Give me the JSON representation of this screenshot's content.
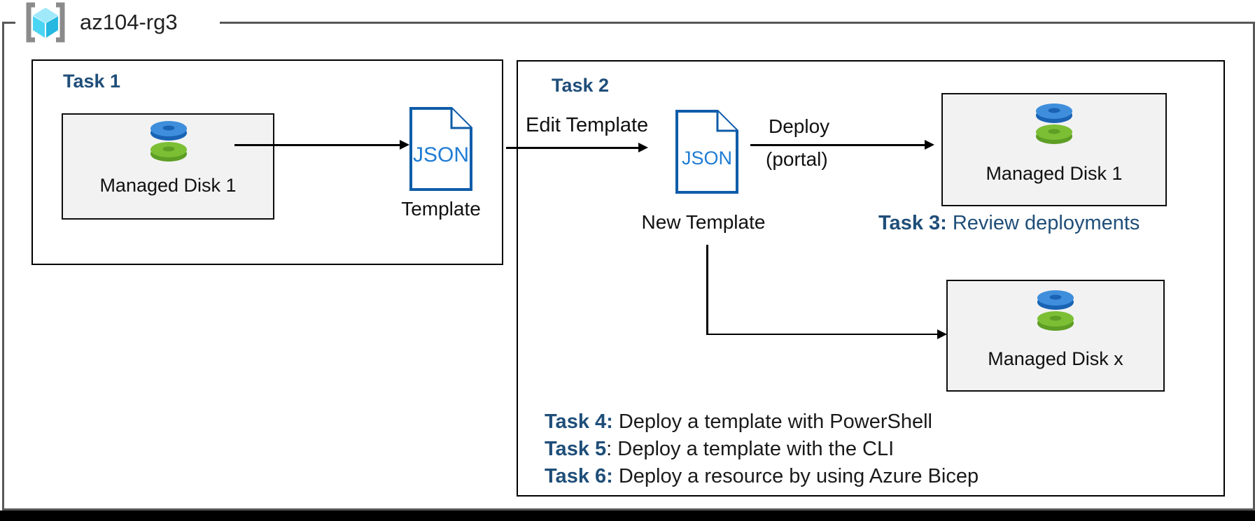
{
  "resource_group": {
    "label": "az104-rg3"
  },
  "task1": {
    "title": "Task 1",
    "disk_label": "Managed Disk 1"
  },
  "template1": {
    "file_text": "JSON",
    "caption": "Template"
  },
  "connectors": {
    "edit_template": "Edit Template",
    "deploy_line1": "Deploy",
    "deploy_line2": "(portal)"
  },
  "task2": {
    "title": "Task 2",
    "template_file_text": "JSON",
    "template_caption": "New Template",
    "disk1_label": "Managed Disk 1",
    "diskx_label": "Managed Disk x"
  },
  "task3": {
    "bold": "Task 3:",
    "rest": " Review deployments"
  },
  "tasks": {
    "items": [
      {
        "bold": "Task 4:",
        "rest": " Deploy a template with PowerShell"
      },
      {
        "bold": "Task 5",
        "rest": ": Deploy a template with the CLI"
      },
      {
        "bold": "Task 6:",
        "rest": " Deploy a resource by using Azure Bicep"
      }
    ]
  },
  "colors": {
    "heading_blue": "#1F4E79",
    "frame_gray": "#595959",
    "json_stroke_blue": "#0E5CA9",
    "json_text_blue": "#1F7CD4",
    "disk_blue": "#3E8EDC",
    "disk_green": "#7CBF35"
  }
}
